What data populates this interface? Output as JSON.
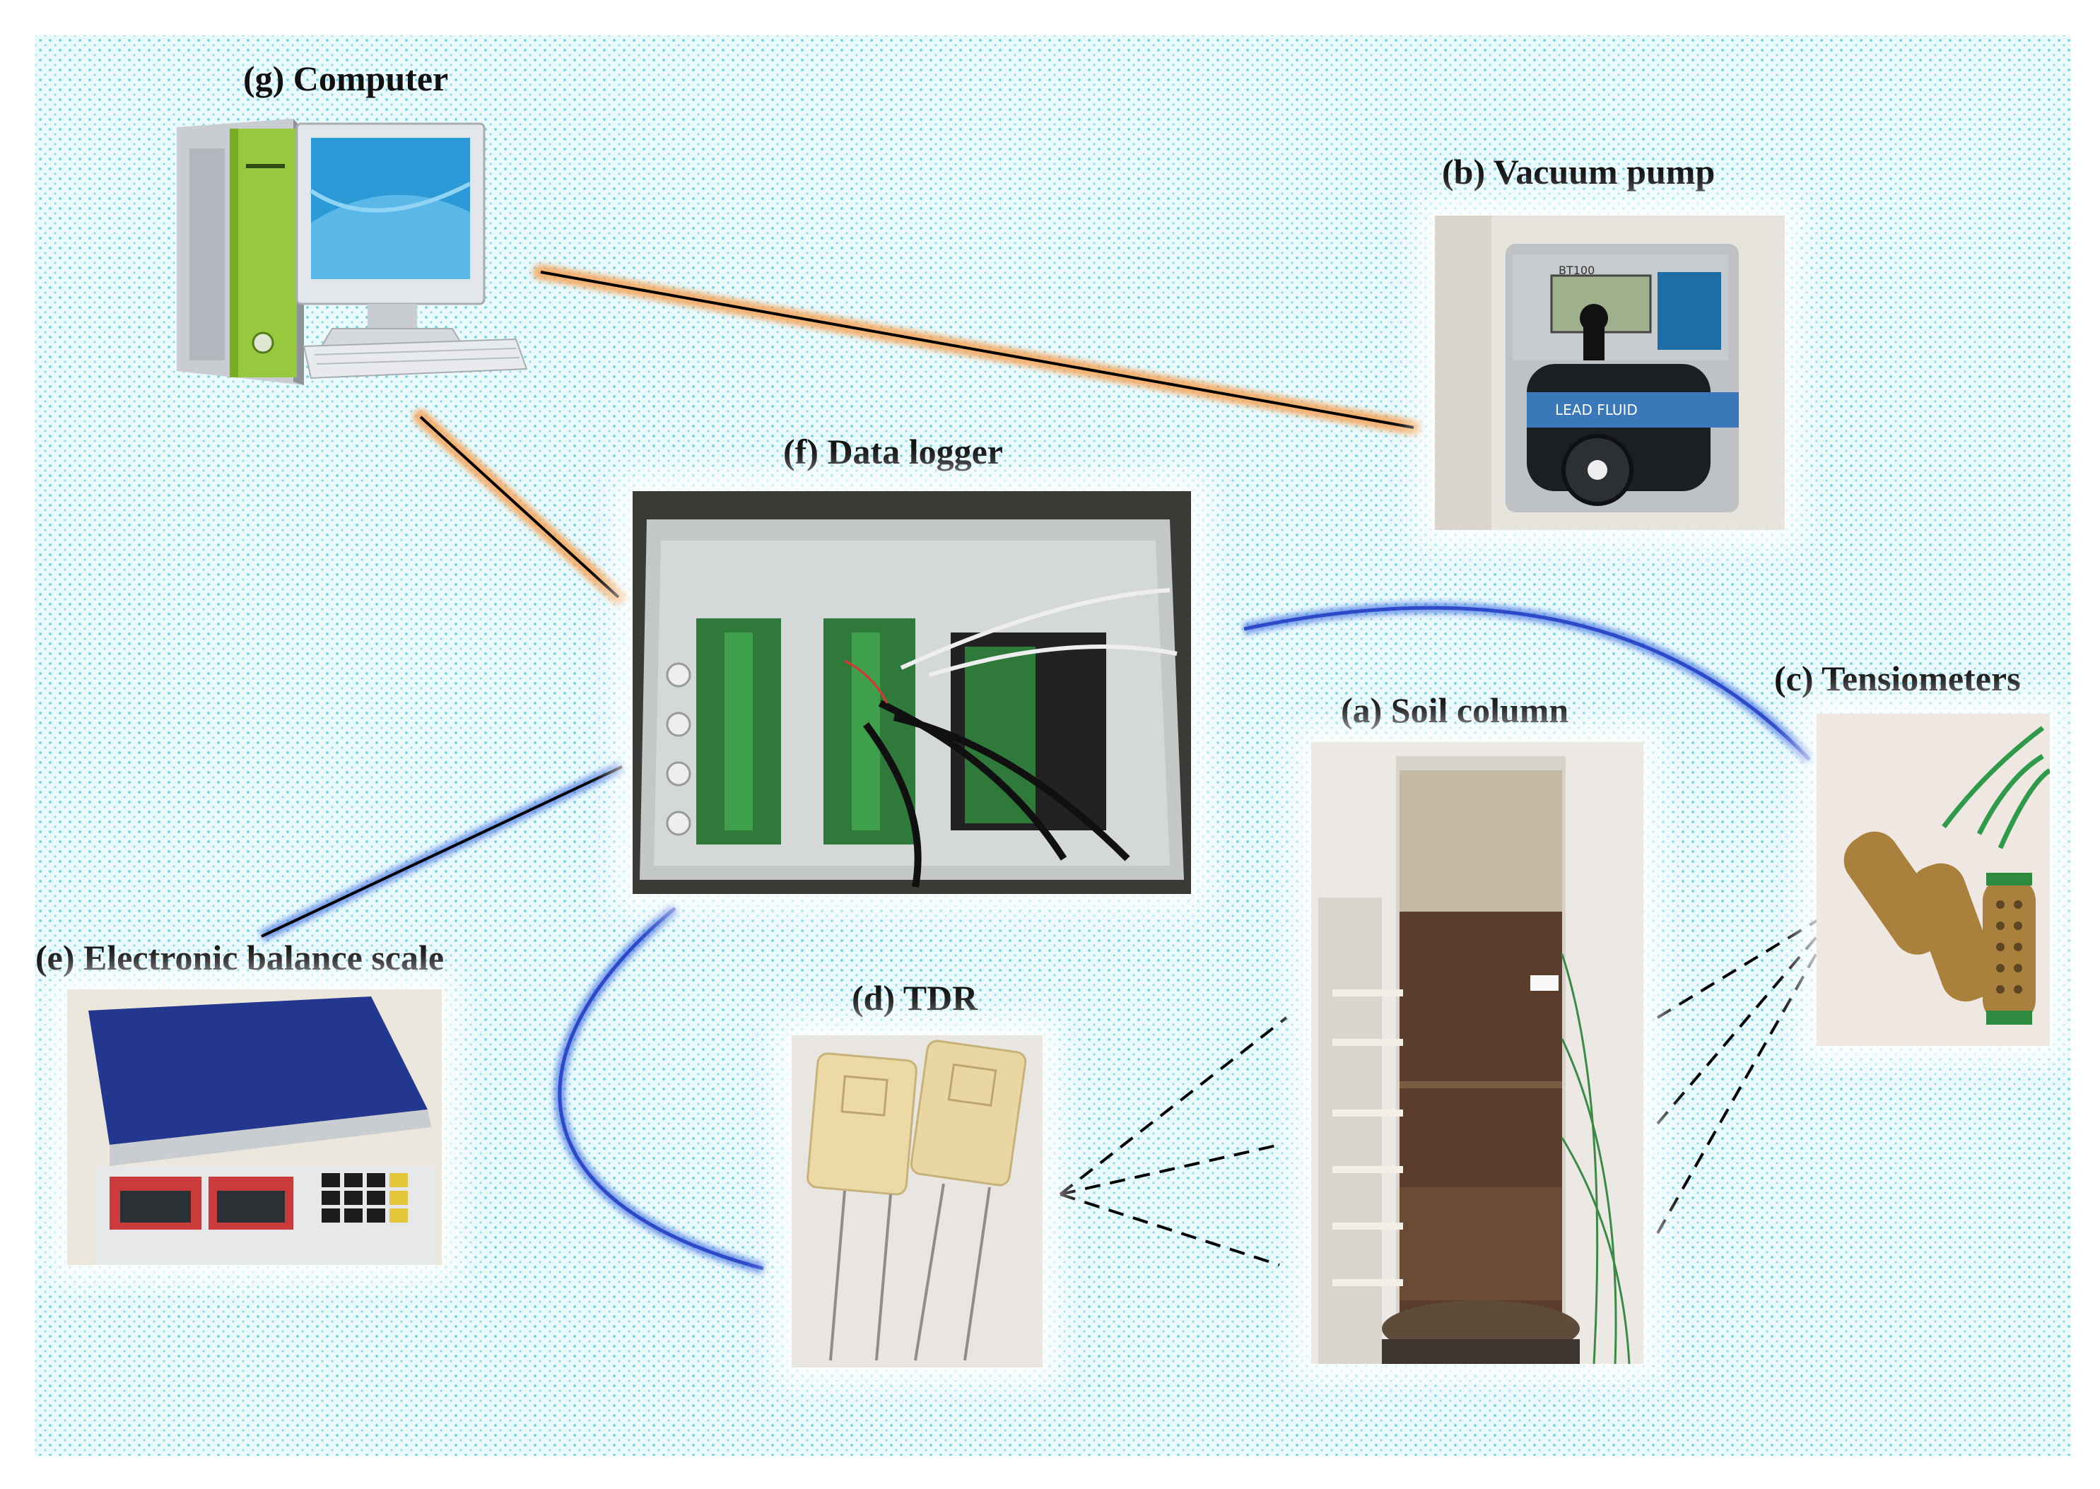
{
  "labels": {
    "computer": "(g) Computer",
    "vacuum_pump": "(b) Vacuum pump",
    "data_logger": "(f) Data logger",
    "tensiometers": "(c) Tensiometers",
    "soil_column": "(a) Soil column",
    "electronic_balance": "(e) Electronic balance scale",
    "tdr": "(d) TDR"
  },
  "photo_text": {
    "pump_brand": "LEAD FLUID",
    "pump_model": "BT100"
  },
  "colors": {
    "background_dots": "#6fd2e2",
    "cable_glow_orange": "#f6a55a",
    "cable_glow_blue": "#2f5fe0",
    "cable_line": "#000000"
  },
  "icons": {
    "computer": "desktop-computer-icon"
  }
}
